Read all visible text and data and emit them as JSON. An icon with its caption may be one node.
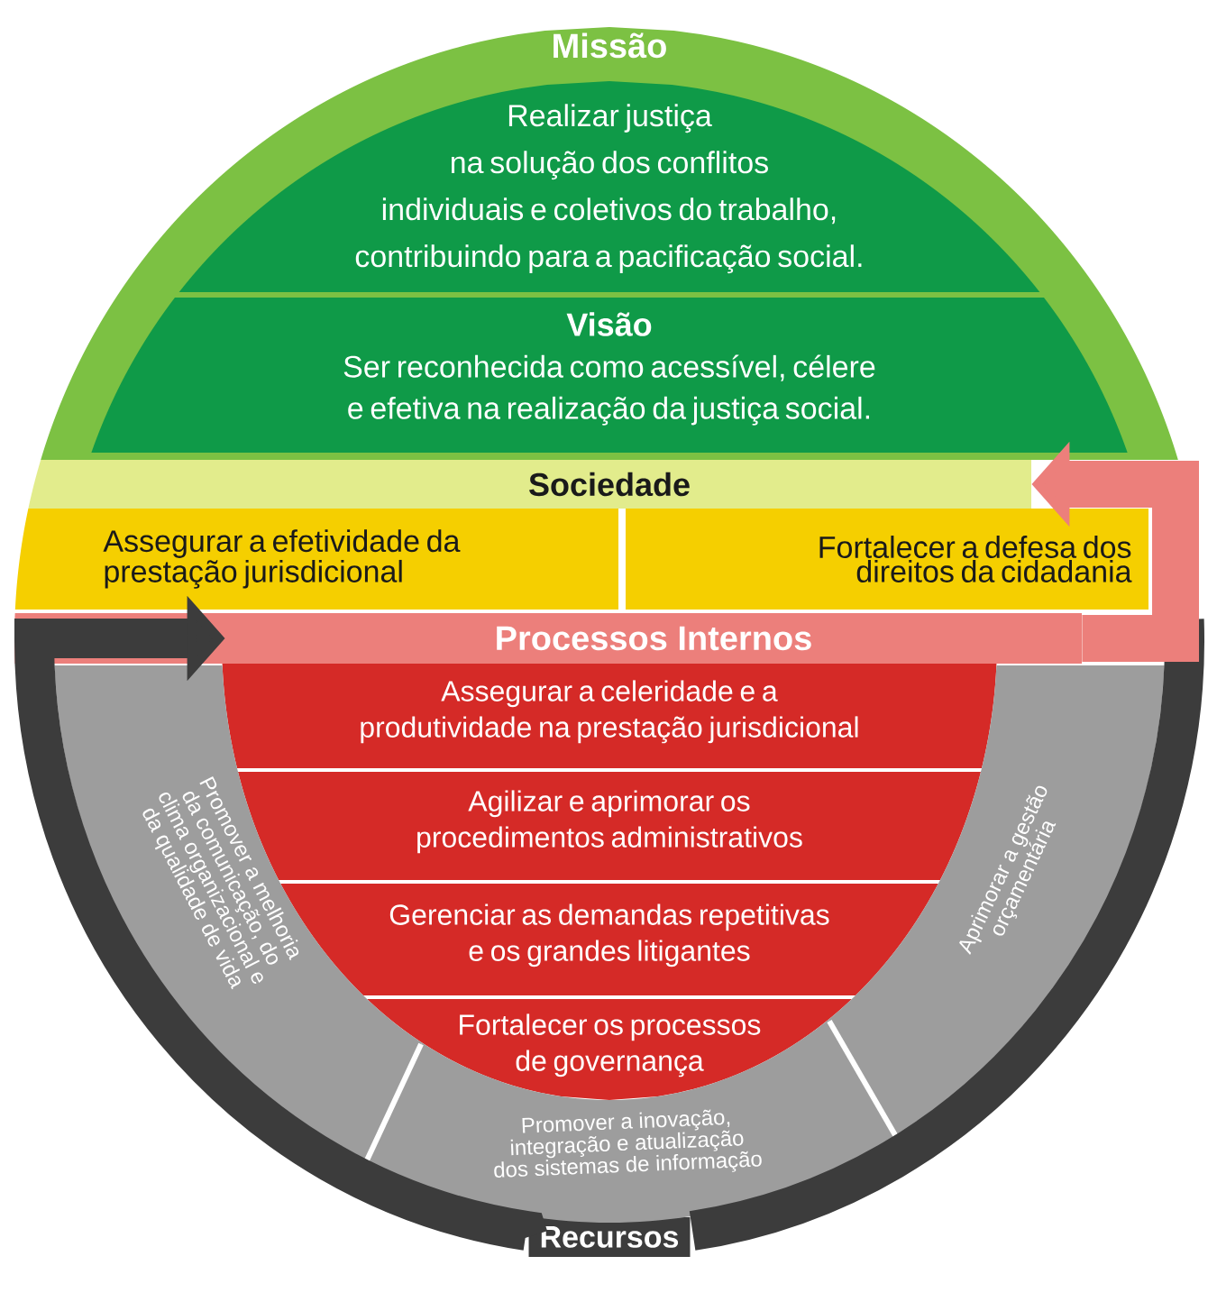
{
  "diagram": {
    "nodes": [
      {
        "text": [
          "Missão",
          "Realizar justiça na solução dos conflitos individuais e coletivos do trabalho, contribuindo para a pacificação social."
        ]
      },
      {
        "text": [
          "Visão",
          "Ser reconhecida como acessível, célere e efetiva na realização da justiça social."
        ]
      },
      {
        "text": [
          "Sociedade"
        ]
      },
      {
        "text": [
          "Assegurar a efetividade da prestação jurisdicional"
        ]
      },
      {
        "text": [
          "Fortalecer a defesa dos direitos da cidadania"
        ]
      },
      {
        "text": [
          "Processos Internos"
        ]
      },
      {
        "text": [
          "Assegurar a celeridade e a produtividade na prestação jurisdicional"
        ]
      },
      {
        "text": [
          "Agilizar e aprimorar os procedimentos administrativos"
        ]
      },
      {
        "text": [
          "Gerenciar as demandas repetitivas e os grandes litigantes"
        ]
      },
      {
        "text": [
          "Fortalecer os processos de governança"
        ]
      },
      {
        "text": [
          "Recursos"
        ]
      },
      {
        "text": [
          "Promover a melhoria da comunicação, do clima organizacional e da qualidade de vida"
        ]
      },
      {
        "text": [
          "Promover a inovação, integração e atualização dos sistemas de informação"
        ]
      },
      {
        "text": [
          "Aprimorar a gestão orçamentária"
        ]
      }
    ],
    "edges": [
      {
        "from": 5,
        "to": 2,
        "arrow": "to",
        "color": "#ec7f7b"
      },
      {
        "from": 10,
        "to": 5,
        "arrow": "to",
        "color": "#3c3c3c"
      }
    ]
  }
}
